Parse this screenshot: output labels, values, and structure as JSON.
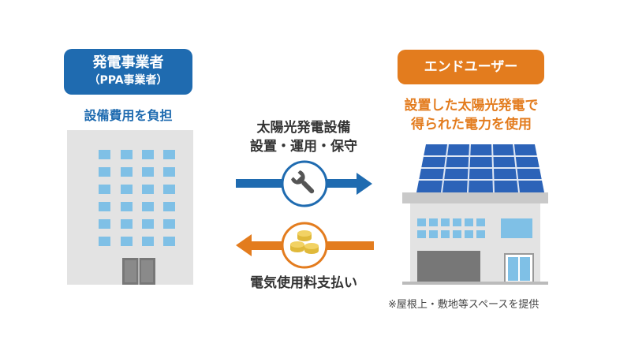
{
  "provider": {
    "title": "発電事業者",
    "subtitle": "（PPA事業者）",
    "desc": "設備費用を負担"
  },
  "enduser": {
    "title": "エンドユーザー",
    "desc_line1": "設置した太陽光発電で",
    "desc_line2": "得られた電力を使用",
    "note": "※屋根上・敷地等スペースを提供"
  },
  "flow_to_user": {
    "label_line1": "太陽光発電設備",
    "label_line2": "設置・運用・保守",
    "icon": "wrench-icon"
  },
  "flow_to_provider": {
    "label": "電気使用料支払い",
    "icon": "coins-icon"
  },
  "colors": {
    "blue": "#1f6bb0",
    "orange": "#e37c1e"
  }
}
